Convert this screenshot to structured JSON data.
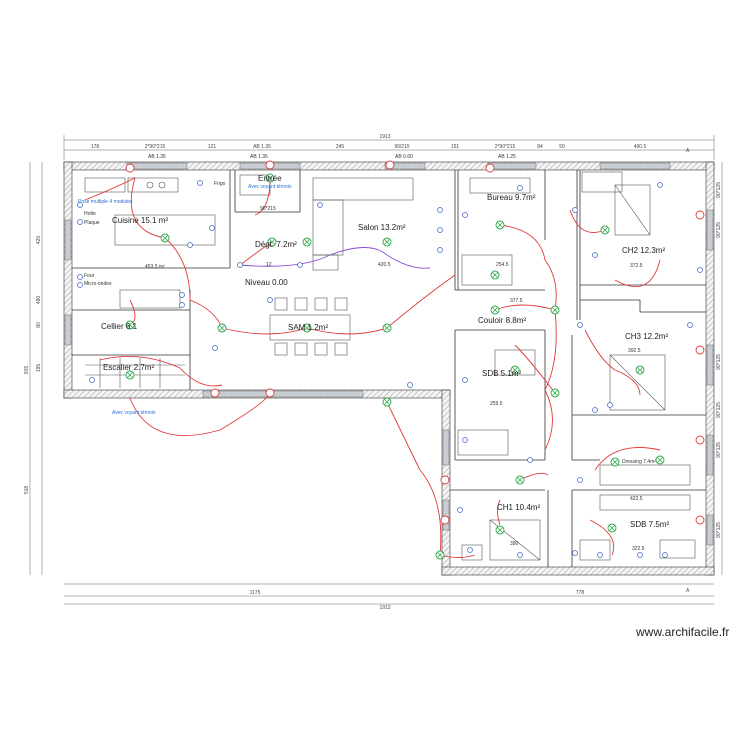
{
  "plan": {
    "level_label": "Niveau 0.00",
    "top_total_dim": "1913",
    "bottom_total_dim": "1913",
    "bottom_left_dim": "1175",
    "bottom_right_dim": "778",
    "top_segments": [
      "178",
      "2*90*215",
      "121",
      "AB 1.35",
      "245",
      "90/215",
      "151",
      "2*90*215",
      "84",
      "50",
      "490.5"
    ],
    "left_segments": [
      "420",
      "490",
      "80",
      "195",
      "915",
      "518"
    ],
    "right_segments": [
      "90*125",
      "90*125",
      "90*125",
      "90*125",
      "90*125",
      "90*125"
    ],
    "section_marker": "A",
    "rooms": [
      {
        "name": "Cuisine 15.1 m²",
        "detail": "453.5 m²"
      },
      {
        "name": "Entrée",
        "detail": "90*215"
      },
      {
        "name": "Salon 13.2m²",
        "detail": "420.5"
      },
      {
        "name": "Bureau 9.7m²",
        "detail": "254.5"
      },
      {
        "name": "CH2 12.3m²",
        "detail": "372.5"
      },
      {
        "name": "Dégt. 7.2m²",
        "detail": "12"
      },
      {
        "name": "Couloir 8.8m²",
        "detail": "377.5"
      },
      {
        "name": "CH3 12.2m²",
        "detail": "392.5"
      },
      {
        "name": "Cellier 6.1",
        "detail": ""
      },
      {
        "name": "SAM 1.2m²",
        "detail": ""
      },
      {
        "name": "Escalier 2.7m²",
        "detail": ""
      },
      {
        "name": "SDB 5.1m²",
        "detail": "259.5"
      },
      {
        "name": "Dressing 7.4m²",
        "detail": "422.5"
      },
      {
        "name": "CH1 10.4m²",
        "detail": "390"
      },
      {
        "name": "SDB 7.5m²",
        "detail": "322.5"
      }
    ],
    "kitchen_labels": {
      "hood": "Hotte",
      "hob": "Plaque",
      "oven": "Four",
      "microwave": "Micro-ondes",
      "fridge": "Frigo",
      "note": "Prise multiple 4 modules"
    },
    "indicator_labels": [
      "Avec voyant témoin",
      "Avec voyant témoin"
    ],
    "window_labels": [
      "AB 1.35",
      "AB 1.35",
      "AB 0.60",
      "AB 1.25"
    ],
    "watermark": "www.archifacile.fr"
  },
  "colors": {
    "wall": "#333333",
    "wire": "#e03a3a",
    "wire_alt": "#8a4fd8",
    "light": "#2da84a",
    "outlet": "#3b62c8",
    "window": "#c8cdd3"
  }
}
